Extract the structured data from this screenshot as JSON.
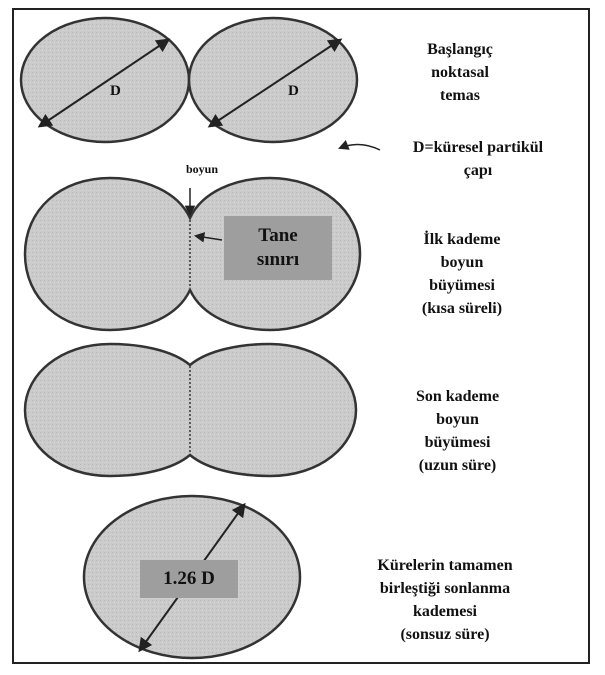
{
  "stage1": {
    "caption": "Başlangıç\nnoktasal\ntemas",
    "d_left": "D",
    "d_right": "D",
    "diameter_note": "D=küresel partikül\nçapı"
  },
  "stage2": {
    "neck_label": "boyun",
    "grain_boundary_label": "Tane\nsınırı",
    "caption": "İlk kademe\nboyun\nbüyümesi\n(kısa süreli)"
  },
  "stage3": {
    "caption": "Son kademe\nboyun\nbüyümesi\n(uzun süre)"
  },
  "stage4": {
    "diameter_label": "1.26 D",
    "caption": "Kürelerin tamamen\nbirleştiği sonlanma\nkademesi\n(sonsuz süre)"
  },
  "colors": {
    "particle_fill": "#c9c9c9",
    "outline": "#333333",
    "label_box": "#9e9e9e"
  }
}
